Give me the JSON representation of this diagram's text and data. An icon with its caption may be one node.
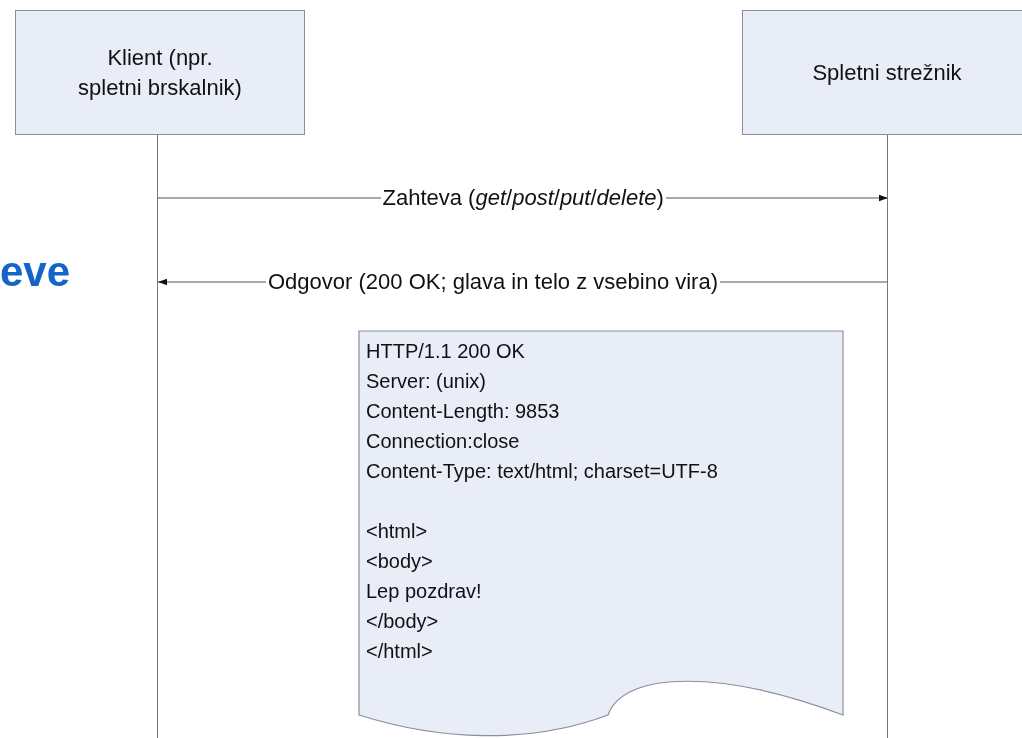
{
  "diagram": {
    "nodes": [
      {
        "text": [
          "Klient (npr. spletni brskalnik)"
        ]
      },
      {
        "text": [
          "Spletni strežnik"
        ]
      },
      {
        "text": [
          "HTTP/1.1 200 OK",
          "Server: (unix)",
          "Content-Length: 9853",
          "Connection:close",
          "Content-Type: text/html; charset=UTF-8",
          "<html>",
          "<body>",
          "Lep pozdrav!",
          "</body>",
          "</html>"
        ]
      }
    ],
    "edges": [
      {
        "from": 0,
        "to": 1,
        "arrow": "to",
        "label": "Zahteva (*get*/*post*/*put*/*delete*)"
      },
      {
        "from": 1,
        "to": 0,
        "arrow": "to",
        "label": "Odgovor (200 OK; glava in telo z vsebino vira)"
      }
    ],
    "labels": [
      "eve"
    ]
  }
}
